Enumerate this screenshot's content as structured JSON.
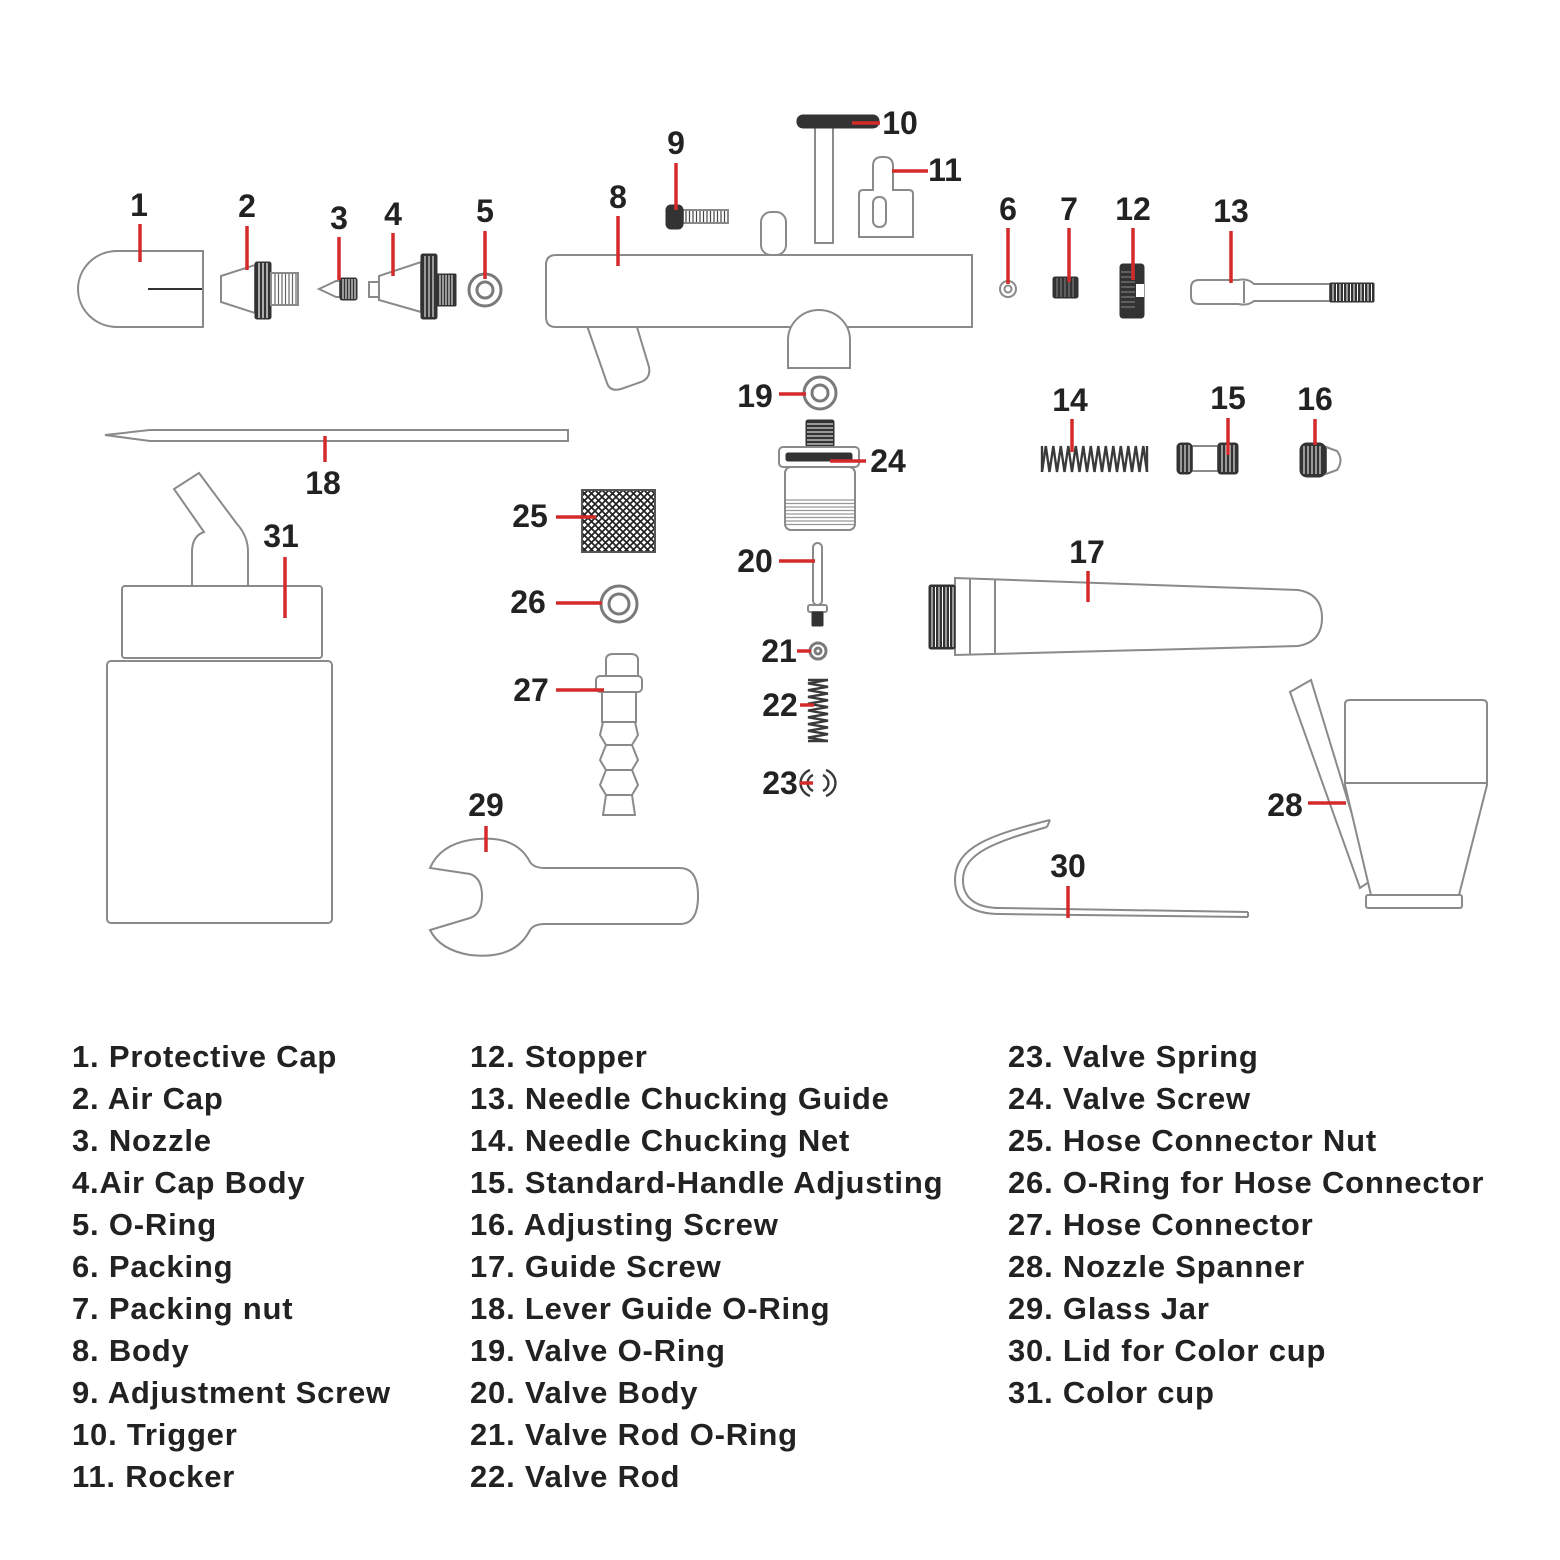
{
  "callouts": [
    "1",
    "2",
    "3",
    "4",
    "5",
    "6",
    "7",
    "8",
    "9",
    "10",
    "11",
    "12",
    "13",
    "14",
    "15",
    "16",
    "17",
    "18",
    "19",
    "20",
    "21",
    "22",
    "23",
    "24",
    "25",
    "26",
    "27",
    "28",
    "29",
    "30",
    "31"
  ],
  "legend": {
    "column_1": [
      "1. Protective Cap",
      "2. Air Cap",
      "3. Nozzle",
      "4.Air Cap Body",
      "5. O-Ring",
      "6. Packing",
      "7. Packing nut",
      "8. Body",
      "9. Adjustment Screw",
      "10. Trigger",
      "11. Rocker"
    ],
    "column_2": [
      "12. Stopper",
      "13. Needle Chucking Guide",
      "14. Needle Chucking Net",
      "15. Standard-Handle Adjusting",
      "16. Adjusting Screw",
      "17. Guide Screw",
      "18. Lever Guide O-Ring",
      "19. Valve O-Ring",
      "20. Valve Body",
      "21. Valve Rod O-Ring",
      "22. Valve Rod"
    ],
    "column_3": [
      "23. Valve Spring",
      "24. Valve Screw",
      "25. Hose Connector Nut",
      "26. O-Ring for Hose Connector",
      "27. Hose Connector",
      "28. Nozzle Spanner",
      "29. Glass Jar",
      "30. Lid for Color cup",
      "31. Color cup"
    ]
  },
  "colors": {
    "leader_line": "#d42a2a",
    "part_outline": "#8a8a8a",
    "part_dark": "#333333",
    "text": "#222222",
    "background": "#ffffff"
  }
}
